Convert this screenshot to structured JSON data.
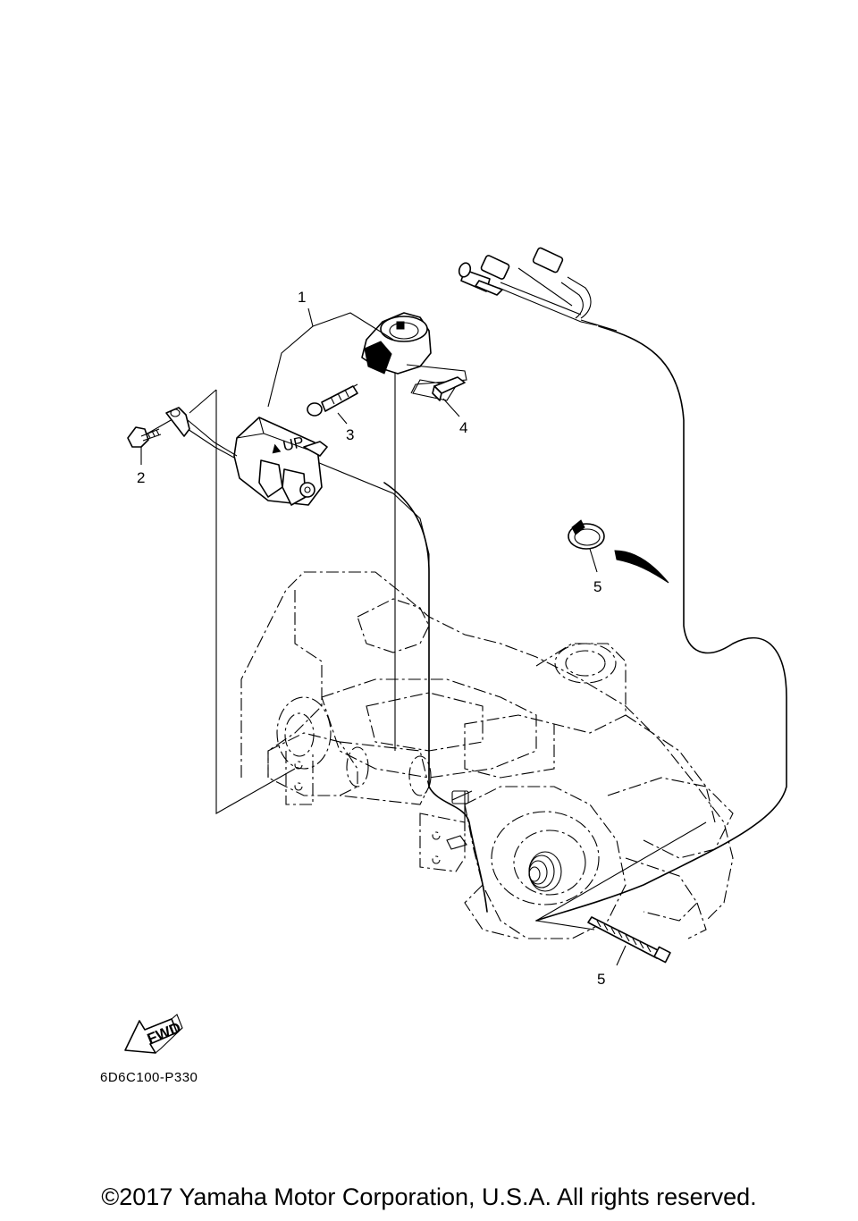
{
  "diagram": {
    "code": "6D6C100-P330",
    "copyright": "©2017 Yamaha Motor Corporation, U.S.A. All rights reserved.",
    "switch_marking": "▲UP",
    "fwd_marking": "FWD",
    "callouts": [
      {
        "id": "1",
        "label": "1"
      },
      {
        "id": "2",
        "label": "2"
      },
      {
        "id": "3",
        "label": "3"
      },
      {
        "id": "4",
        "label": "4"
      },
      {
        "id": "5a",
        "label": "5"
      },
      {
        "id": "5b",
        "label": "5"
      }
    ]
  }
}
